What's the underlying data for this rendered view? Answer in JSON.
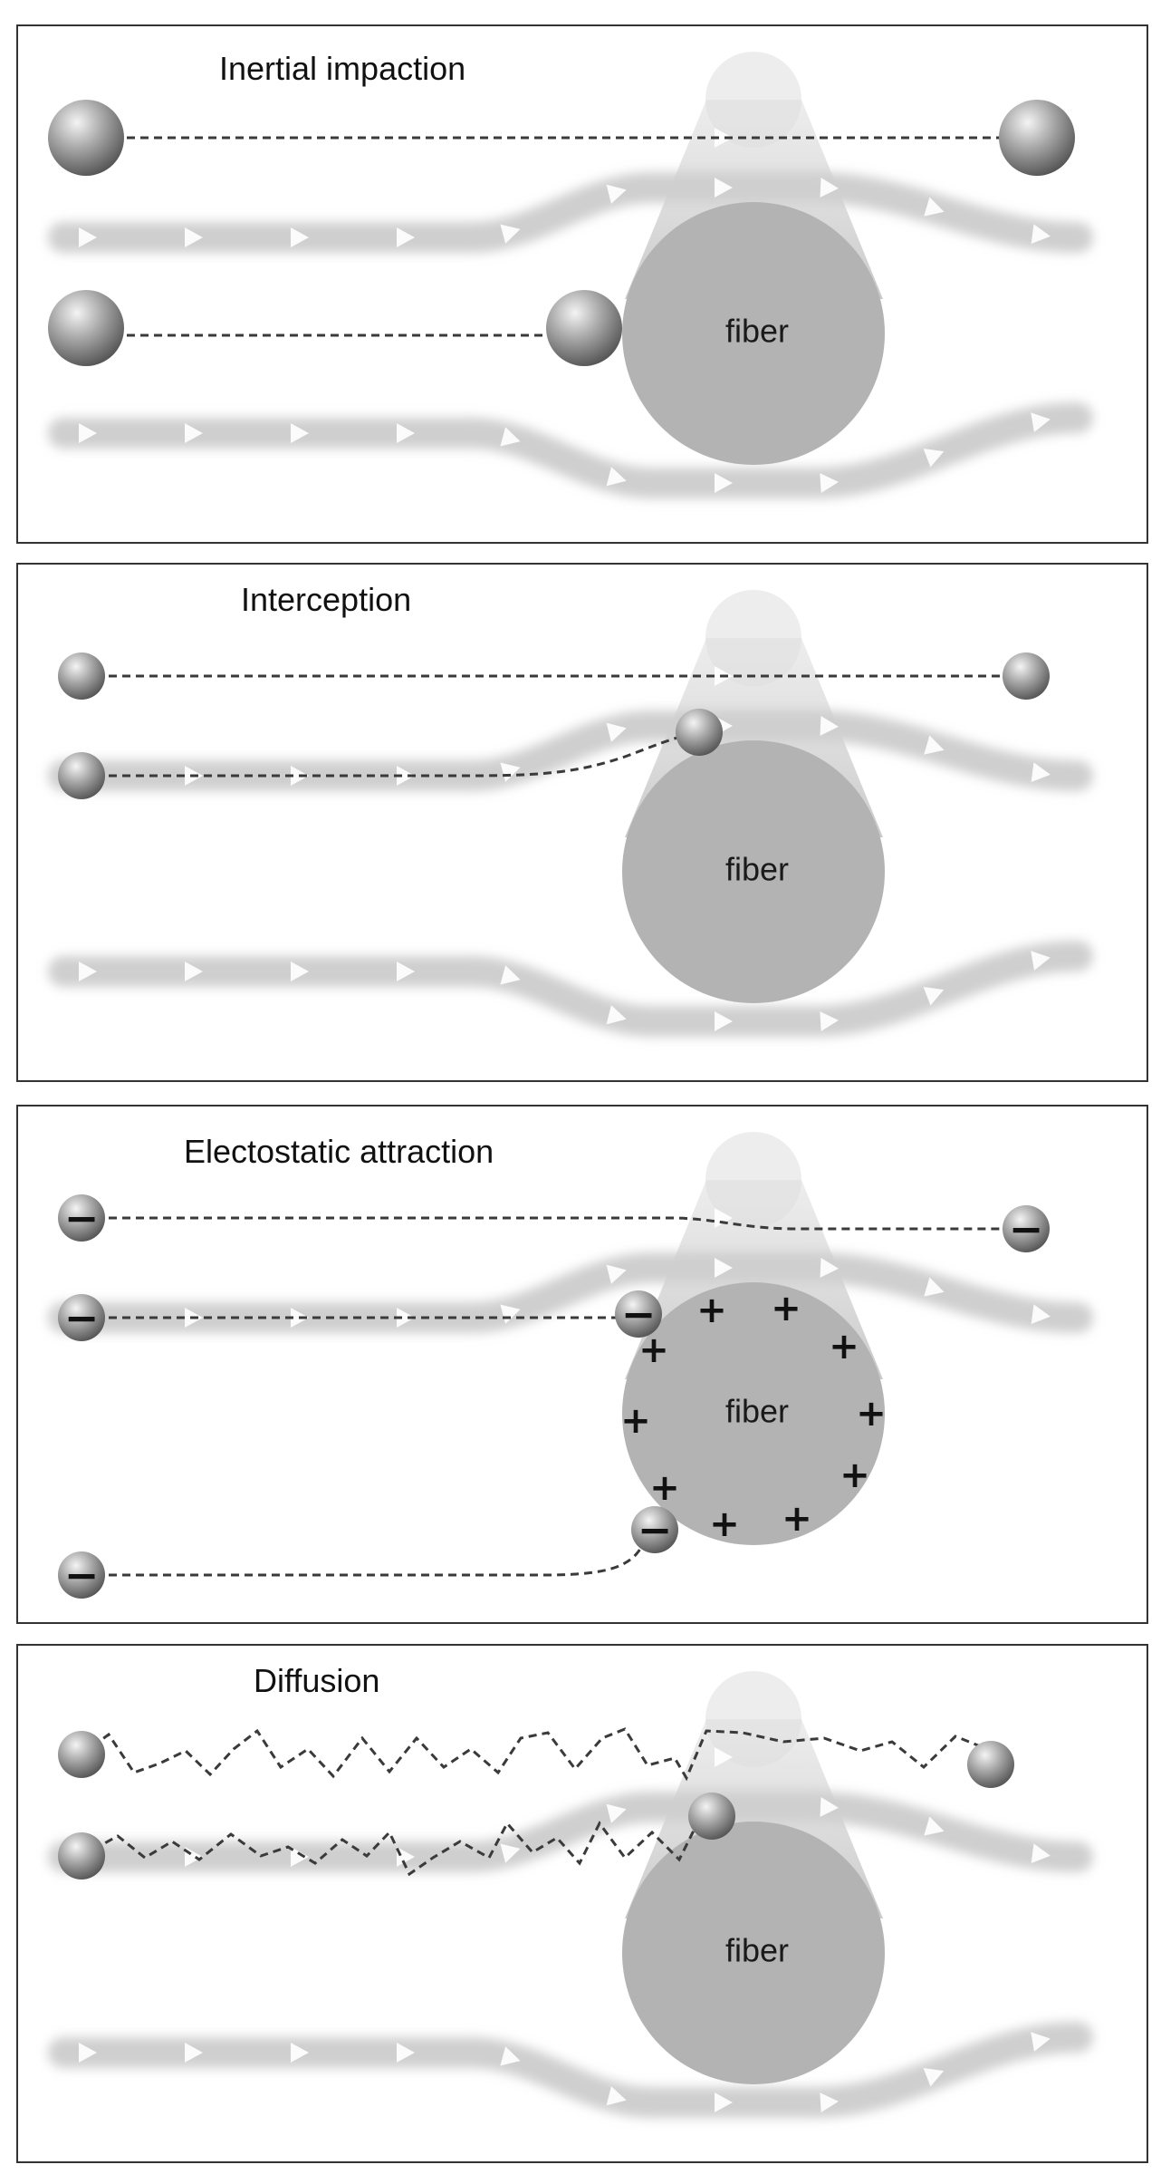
{
  "panels": [
    {
      "title": "Inertial impaction",
      "fiber_label": "fiber"
    },
    {
      "title": "Interception",
      "fiber_label": "fiber"
    },
    {
      "title": "Electostatic attraction",
      "fiber_label": "fiber",
      "particle_charge": "−",
      "fiber_charge": "+"
    },
    {
      "title": "Diffusion",
      "fiber_label": "fiber"
    }
  ],
  "colors": {
    "frame": "#333333",
    "fiber": "#b3b3b3",
    "wake": "#d6d6d6",
    "stream": "#cfcfcf",
    "particle": "#8c8c8c",
    "path": "#3a3a3a"
  }
}
